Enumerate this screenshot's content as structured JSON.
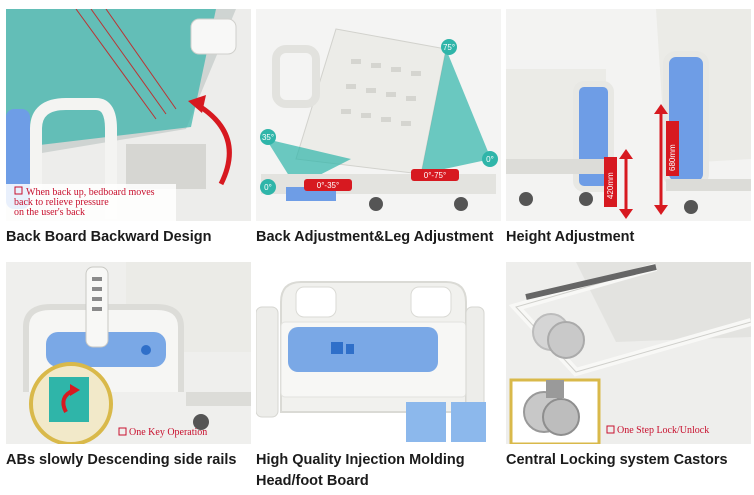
{
  "cards": [
    {
      "caption": "Back Board Backward Design",
      "note_lines": [
        "When back up, bedboard moves",
        "back to relieve pressure",
        "on the user's back"
      ]
    },
    {
      "caption": "Back Adjustment&Leg Adjustment",
      "angles": {
        "back_top": "75°",
        "back_left": "35°",
        "zero_left": "0°",
        "zero_right": "0°",
        "back_range": "0°-35°",
        "leg_range": "0°-75°"
      }
    },
    {
      "caption": "Height Adjustment",
      "heights": {
        "low": "420mm",
        "high": "680mm"
      }
    },
    {
      "caption": "ABs slowly Descending side rails",
      "note": "One Key Operation"
    },
    {
      "caption": "High Quality Injection Molding Head/foot Board"
    },
    {
      "caption": "Central Locking system Castors",
      "note": "One Step Lock/Unlock"
    }
  ],
  "colors": {
    "accent_red": "#c8102e",
    "teal": "#2fb5a9",
    "blue": "#7aa8e6",
    "frame": "#e6e6e3"
  }
}
